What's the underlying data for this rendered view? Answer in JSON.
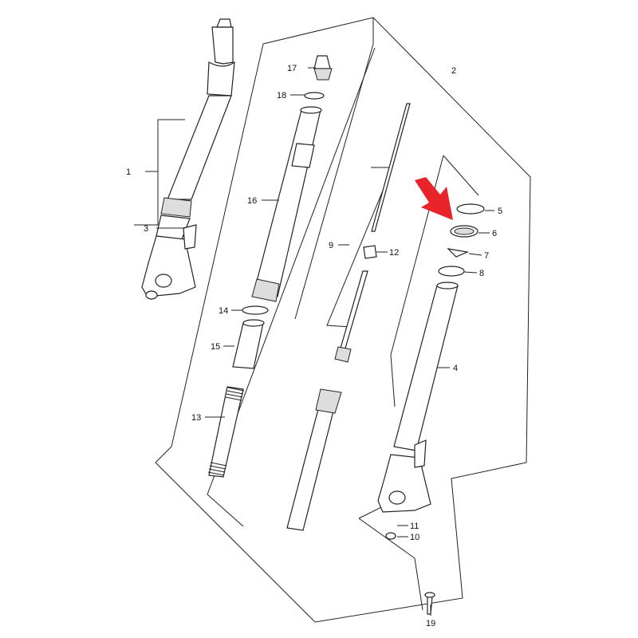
{
  "diagram": {
    "callouts": [
      "1",
      "2",
      "3",
      "4",
      "5",
      "6",
      "7",
      "8",
      "9",
      "10",
      "11",
      "12",
      "13",
      "14",
      "15",
      "16",
      "17",
      "18",
      "19"
    ],
    "highlight_color": "#e8232a",
    "highlight_target": "6"
  }
}
